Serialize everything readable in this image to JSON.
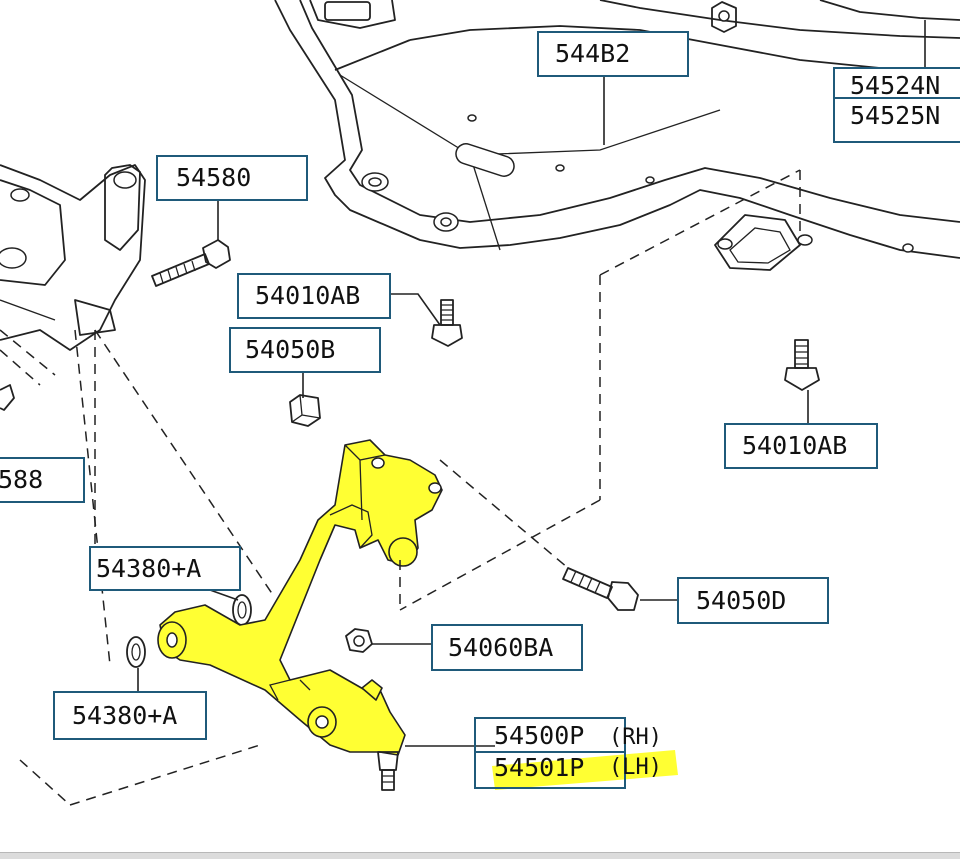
{
  "diagram": {
    "labels": {
      "l_544b2": "544B2",
      "l_54524": "54524N",
      "l_54525": "54525N",
      "l_54580": "54580",
      "l_54010ab_top": "54010AB",
      "l_54050b": "54050B",
      "l_54010ab_right": "54010AB",
      "l_588": "588",
      "l_54380a_top": "54380+A",
      "l_54050d": "54050D",
      "l_54060ba": "54060BA",
      "l_54380a_bottom": "54380+A",
      "l_54500p": "54500P",
      "l_54500p_side": "(RH)",
      "l_54501p": "54501P",
      "l_54501p_side": "(LH)"
    },
    "colors": {
      "highlight": "#ffff33",
      "box_border": "#1f5a7a",
      "line": "#222222"
    }
  }
}
